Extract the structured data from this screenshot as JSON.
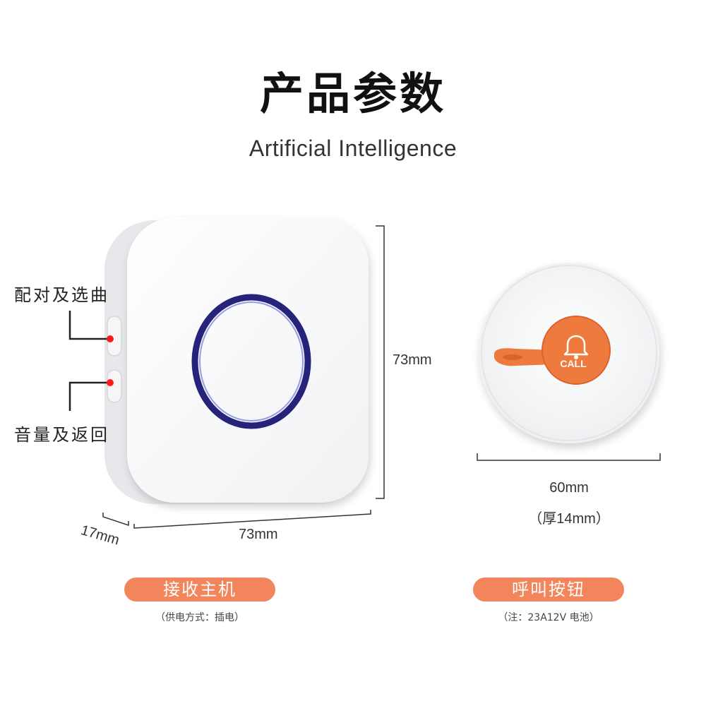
{
  "header": {
    "title": "产品参数",
    "subtitle": "Artificial Intelligence"
  },
  "receiver": {
    "callout_pair": "配对及选曲",
    "callout_volume": "音量及返回",
    "height_label": "73mm",
    "width_label": "73mm",
    "depth_label": "17mm",
    "name": "接收主机",
    "note": "（供电方式：插电）"
  },
  "call_button": {
    "button_text": "CALL",
    "diameter_label": "60mm",
    "thickness_label": "（厚14mm）",
    "name": "呼叫按钮",
    "note": "（注：23A12V 电池）"
  },
  "colors": {
    "accent": "#f3855d",
    "button_orange": "#ef7a3d",
    "ring_blue": "#26237a",
    "indicator_red": "#ff1a1a"
  }
}
